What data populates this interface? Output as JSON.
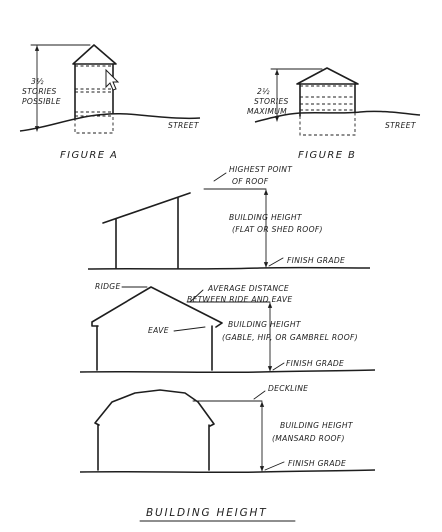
{
  "figure_a": {
    "label": "FIGURE A",
    "stories_line1": "3½",
    "stories_line2": "STORIES",
    "stories_line3": "POSSIBLE",
    "street": "STREET"
  },
  "figure_b": {
    "label": "FIGURE B",
    "stories_line1": "2½",
    "stories_line2": "STORIES",
    "stories_line3": "MAXIMUM",
    "street": "STREET"
  },
  "shed": {
    "highest_line1": "HIGHEST POINT",
    "highest_line2": "OF ROOF",
    "height_line1": "BUILDING HEIGHT",
    "height_line2": "(FLAT OR SHED ROOF)",
    "grade": "FINISH GRADE"
  },
  "gable": {
    "ridge": "RIDGE",
    "avg_line1": "AVERAGE DISTANCE",
    "avg_line2": "BETWEEN RIDE AND EAVE",
    "eave": "EAVE",
    "height_line1": "BUILDING HEIGHT",
    "height_line2": "(GABLE, HIP, OR GAMBREL ROOF)",
    "grade": "FINISH GRADE"
  },
  "mansard": {
    "deckline": "DECKLINE",
    "height_line1": "BUILDING HEIGHT",
    "height_line2": "(MANSARD ROOF)",
    "grade": "FINISH GRADE"
  },
  "title": "BUILDING HEIGHT"
}
